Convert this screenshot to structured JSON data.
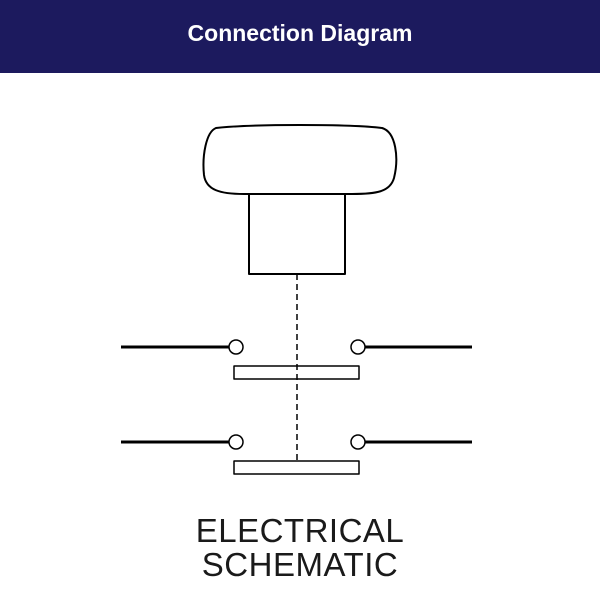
{
  "header": {
    "title": "Connection Diagram",
    "background_color": "#1c1a5e",
    "text_color": "#ffffff"
  },
  "diagram": {
    "stroke_color": "#000000",
    "symbol": "push-button-switch",
    "contact_sets": 2
  },
  "caption": {
    "line1": "ELECTRICAL",
    "line2": "SCHEMATIC"
  }
}
